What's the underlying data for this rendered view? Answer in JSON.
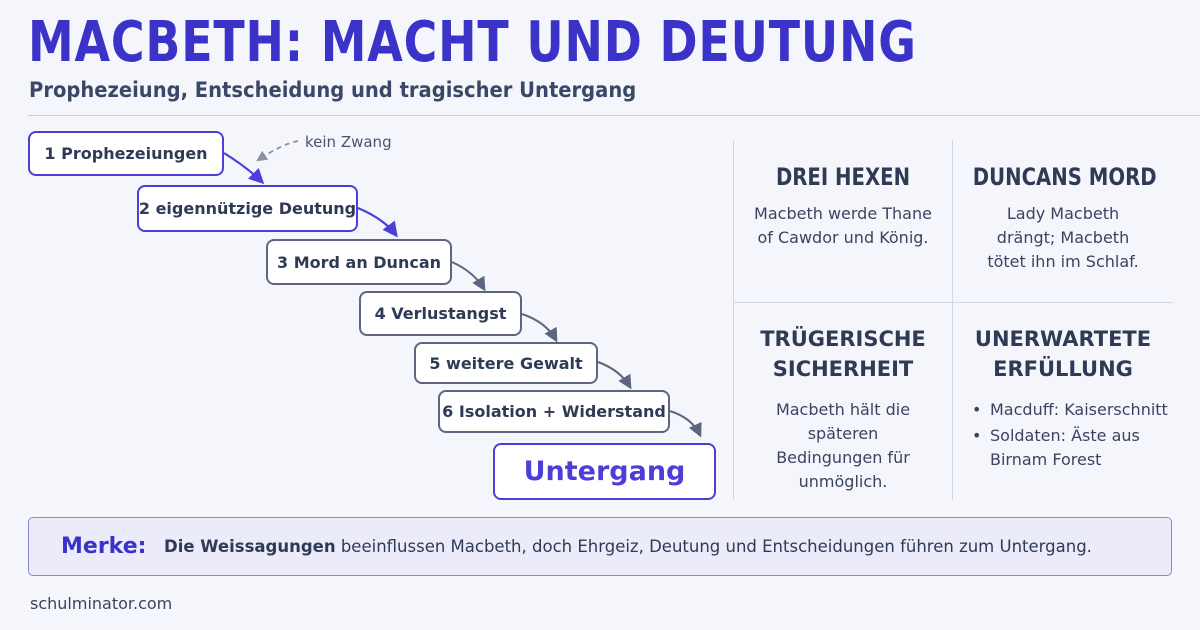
{
  "header": {
    "title": "MACBETH: MACHT UND DEUTUNG",
    "subtitle": "Prophezeiung, Entscheidung und tragischer Untergang"
  },
  "colors": {
    "accent": "#3b33c8",
    "arrow_accent": "#4b3fd6",
    "arrow_neutral": "#5d6580",
    "background": "#f5f6fb"
  },
  "flow": {
    "steps": [
      {
        "label": "1 Prophezeiungen"
      },
      {
        "label": "2 eigennützige Deutung"
      },
      {
        "label": "3 Mord an Duncan"
      },
      {
        "label": "4 Verlustangst"
      },
      {
        "label": "5 weitere Gewalt"
      },
      {
        "label": "6 Isolation + Widerstand"
      }
    ],
    "final": "Untergang",
    "note": "kein Zwang"
  },
  "cards": [
    {
      "title": "DREI HEXEN",
      "text": "Macbeth werde Thane of Cawdor und König."
    },
    {
      "title": "DUNCANS MORD",
      "text": "Lady Macbeth drängt; Macbeth tötet ihn im Schlaf."
    },
    {
      "title": "TRÜGERISCHE SICHERHEIT",
      "text": "Macbeth hält die späteren Bedingungen für unmöglich."
    },
    {
      "title": "UNERWARTETE ERFÜLLUNG",
      "items": [
        "Macduff: Kaiserschnitt",
        "Soldaten: Äste aus Birnam Forest"
      ]
    }
  ],
  "merke": {
    "label": "Merke:",
    "strong": "Die Weissagungen",
    "text": "beeinflussen Macbeth, doch Ehrgeiz, Deutung und Entscheidungen führen zum Untergang."
  },
  "footer": "schulminator.com"
}
